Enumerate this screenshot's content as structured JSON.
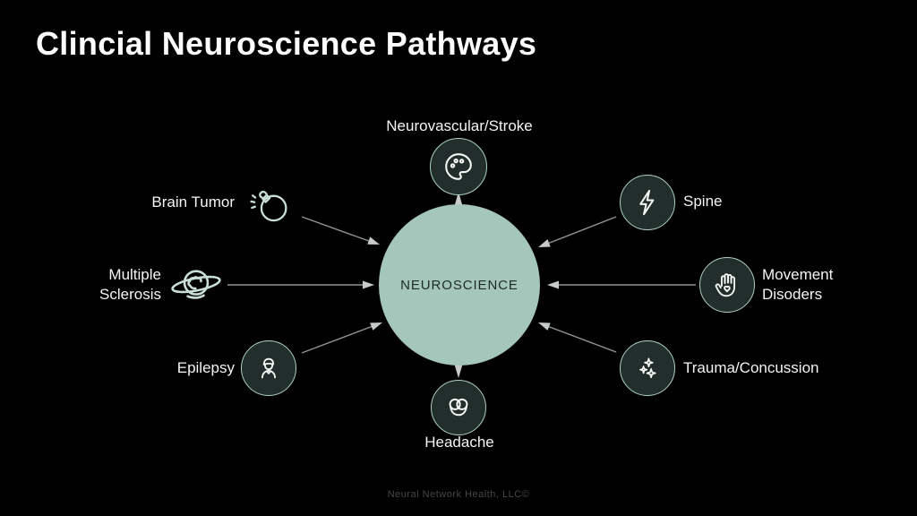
{
  "title": "Clincial Neuroscience Pathways",
  "center": {
    "label": "NEUROSCIENCE"
  },
  "nodes": {
    "neurovascular": {
      "label": "Neurovascular/Stroke",
      "icon": "paint-palette-icon"
    },
    "spine": {
      "label": "Spine",
      "icon": "lightning-bolt-icon"
    },
    "movement": {
      "line1": "Movement",
      "line2": "Disoders",
      "icon": "hand-heart-icon"
    },
    "trauma": {
      "label": "Trauma/Concussion",
      "icon": "sparkles-icon"
    },
    "headache": {
      "label": "Headache",
      "icon": "pretzel-icon"
    },
    "epilepsy": {
      "label": "Epilepsy",
      "icon": "person-beret-icon"
    },
    "multiple_sclerosis": {
      "line1": "Multiple",
      "line2": "Sclerosis",
      "icon": "brain-planet-icon"
    },
    "brain_tumor": {
      "label": "Brain Tumor",
      "icon": "bomb-icon"
    }
  },
  "footer": "Neural Network Health, LLC©",
  "colors": {
    "background": "#000000",
    "title_text": "#fbfdfc",
    "label_text": "#f2f5f4",
    "center_circle_fill": "#a5c7bb",
    "center_text": "#1d2b27",
    "node_circle_fill": "#222e2b",
    "node_circle_border": "#aed0c4",
    "node_icon": "#f4f7f5",
    "outline_icon": "#c9dfd6",
    "arrow_line": "#8f9592",
    "arrow_head": "#c6cbc8",
    "footer_text": "#424a46"
  }
}
